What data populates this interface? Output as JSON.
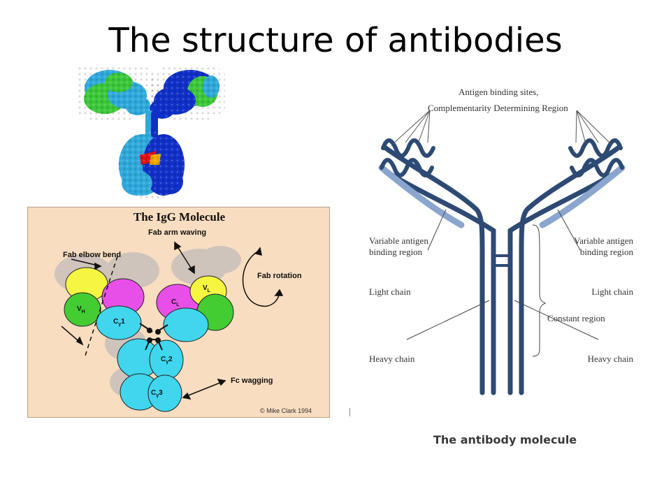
{
  "slide": {
    "title": "The structure of antibodies"
  },
  "igg_panel": {
    "title": "The IgG Molecule",
    "labels": {
      "fab_arm_waving": "Fab arm waving",
      "fab_elbow_bend": "Fab elbow bend",
      "fab_rotation": "Fab rotation",
      "fc_wagging": "Fc wagging"
    },
    "domains": {
      "vh": "V",
      "vh_sub": "H",
      "vl": "V",
      "vl_sub": "L",
      "cl": "C",
      "cl_sub": "L",
      "ch1": "C",
      "ch1_sub": "γ",
      "ch1_num": "1",
      "ch2": "C",
      "ch2_sub": "γ",
      "ch2_num": "2",
      "ch3": "C",
      "ch3_sub": "γ",
      "ch3_num": "3"
    },
    "copyright": "© Mike Clark 1994",
    "colors": {
      "background": "#f8ddc0",
      "variable_light": "#f5f542",
      "variable_heavy": "#44cc33",
      "constant_light": "#e84fe8",
      "constant_heavy": "#3fd6ee"
    }
  },
  "schematic": {
    "labels": {
      "antigen_sites_line1": "Antigen binding sites,",
      "antigen_sites_line2": "Complementarity Determining Region",
      "variable_left_line1": "Variable antigen",
      "variable_left_line2": "binding region",
      "variable_right_line1": "Variable antigen",
      "variable_right_line2": "binding region",
      "light_chain_left": "Light chain",
      "light_chain_right": "Light chain",
      "constant_region": "Constant region",
      "heavy_chain_left": "Heavy chain",
      "heavy_chain_right": "Heavy chain"
    },
    "caption": "The antibody molecule",
    "colors": {
      "chain": "#2d4a74",
      "variable": "#8aa6cf"
    }
  }
}
